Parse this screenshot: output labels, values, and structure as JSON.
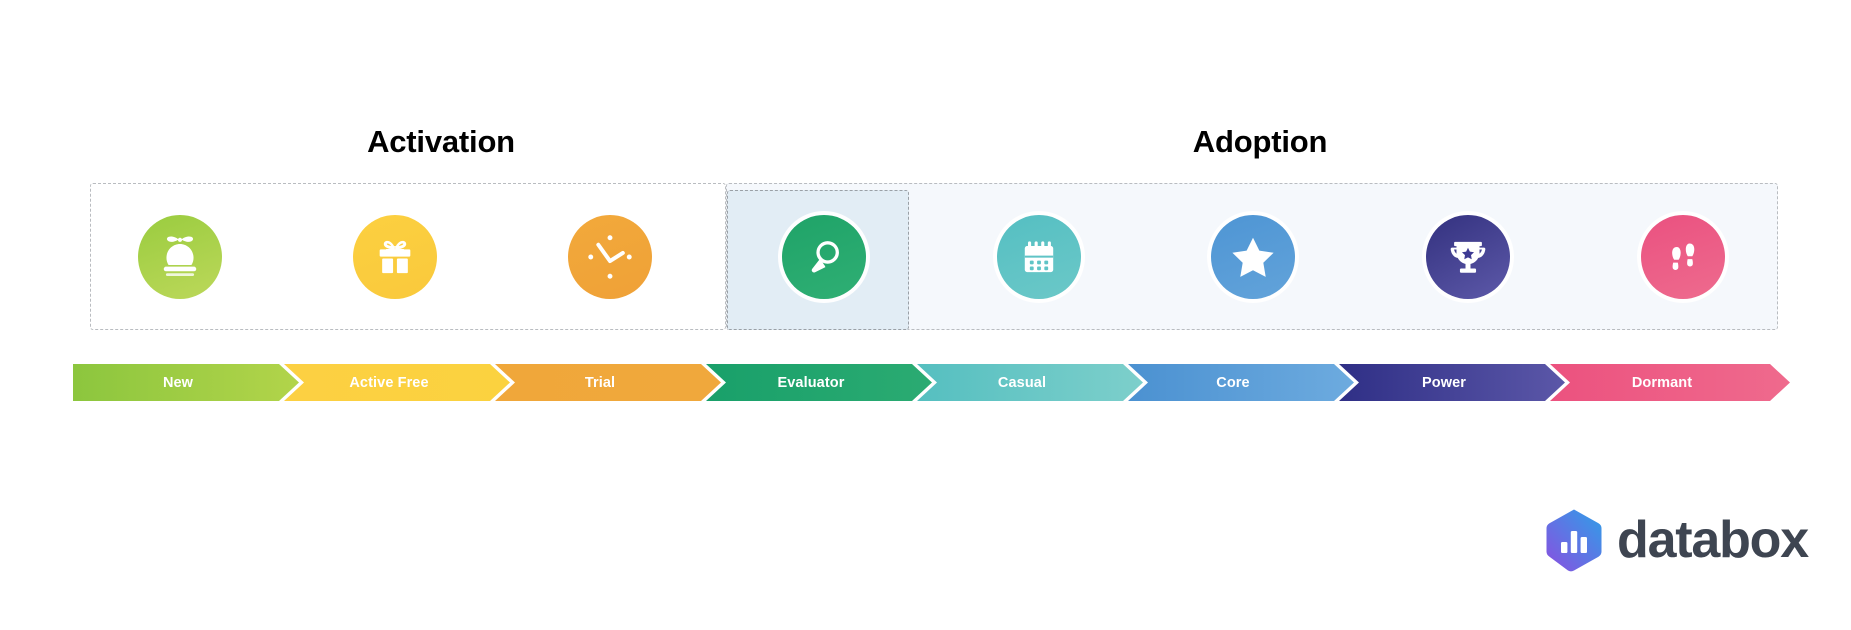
{
  "sections": [
    {
      "id": "activation",
      "title": "Activation"
    },
    {
      "id": "adoption",
      "title": "Adoption"
    }
  ],
  "highlight": {
    "stage": "Evaluator",
    "fill": "#e2edf5",
    "border": "#9aa0a6"
  },
  "group_boxes": {
    "activation_bg": "#ffffff",
    "adoption_bg": "#f5f8fc",
    "dash_color": "#b9bcc0"
  },
  "stages": [
    {
      "label": "New",
      "icon": "propeller-hat-icon",
      "color_from": "#8cc63e",
      "color_to": "#b2d44a",
      "circle_from": "#9acc3f",
      "circle_to": "#bcd85a"
    },
    {
      "label": "Active Free",
      "icon": "gift-icon",
      "color_from": "#fcd042",
      "color_to": "#fbd23f",
      "circle_from": "#fcd040",
      "circle_to": "#f9c93c"
    },
    {
      "label": "Trial",
      "icon": "clock-icon",
      "color_from": "#f0a73a",
      "color_to": "#f0a83c",
      "circle_from": "#f2a93b",
      "circle_to": "#efa137"
    },
    {
      "label": "Evaluator",
      "icon": "magnifier-icon",
      "color_from": "#19a06a",
      "color_to": "#2bab72",
      "circle_from": "#1fa368",
      "circle_to": "#2faf74"
    },
    {
      "label": "Casual",
      "icon": "calendar-icon",
      "color_from": "#55bfc0",
      "color_to": "#78cdcb",
      "circle_from": "#55bfc2",
      "circle_to": "#6bc8c8"
    },
    {
      "label": "Core",
      "icon": "star-icon",
      "color_from": "#4b91d1",
      "color_to": "#69a8dd",
      "circle_from": "#4e95d4",
      "circle_to": "#62a3da"
    },
    {
      "label": "Power",
      "icon": "trophy-icon",
      "color_from": "#2f2f86",
      "color_to": "#5b57a8",
      "circle_from": "#33317f",
      "circle_to": "#5d59a9"
    },
    {
      "label": "Dormant",
      "icon": "footprints-icon",
      "color_from": "#ec527f",
      "color_to": "#ef6a8d",
      "circle_from": "#ea5180",
      "circle_to": "#ee6b8e"
    }
  ],
  "logo": {
    "wordmark": "databox",
    "mark_icon": "databox-hexagon-bars-icon",
    "mark_from": "#8a4fe0",
    "mark_to": "#2f9fe8",
    "word_color": "#3e4551"
  }
}
